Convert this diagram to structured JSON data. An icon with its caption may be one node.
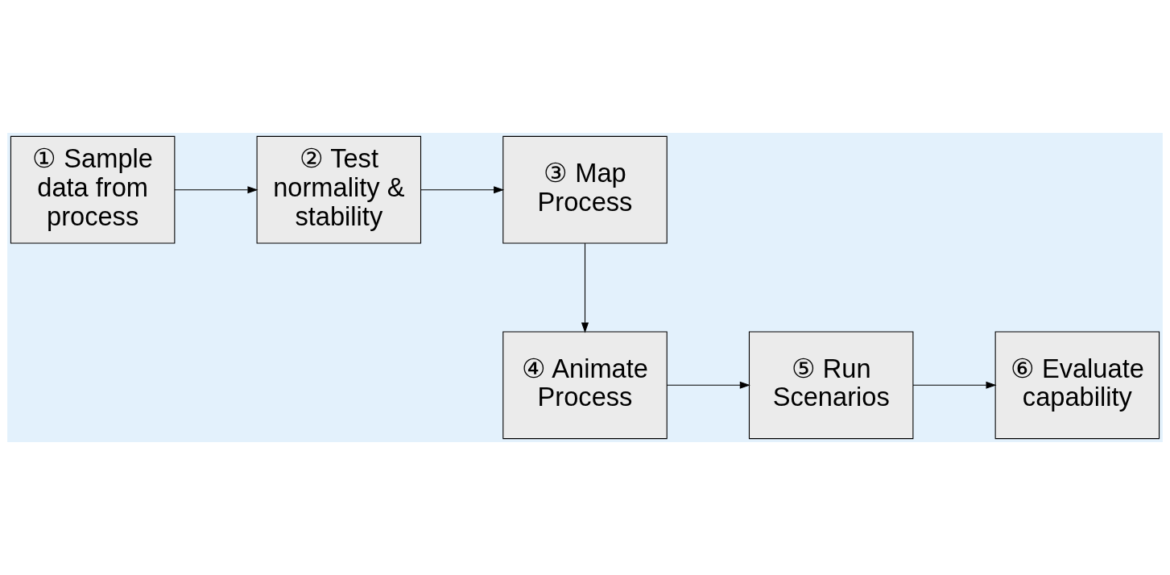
{
  "diagram": {
    "nodes": [
      {
        "text": [
          "① Sample data from process"
        ]
      },
      {
        "text": [
          "② Test normality & stability"
        ]
      },
      {
        "text": [
          "③ Map Process"
        ]
      },
      {
        "text": [
          "④ Animate Process"
        ]
      },
      {
        "text": [
          "⑤ Run Scenarios"
        ]
      },
      {
        "text": [
          "⑥ Evaluate capability"
        ]
      }
    ],
    "edges": [
      {
        "from": 0,
        "to": 1,
        "arrow": "to"
      },
      {
        "from": 1,
        "to": 2,
        "arrow": "to"
      },
      {
        "from": 2,
        "to": 3,
        "arrow": "to"
      },
      {
        "from": 3,
        "to": 4,
        "arrow": "to"
      },
      {
        "from": 4,
        "to": 5,
        "arrow": "to"
      }
    ]
  }
}
